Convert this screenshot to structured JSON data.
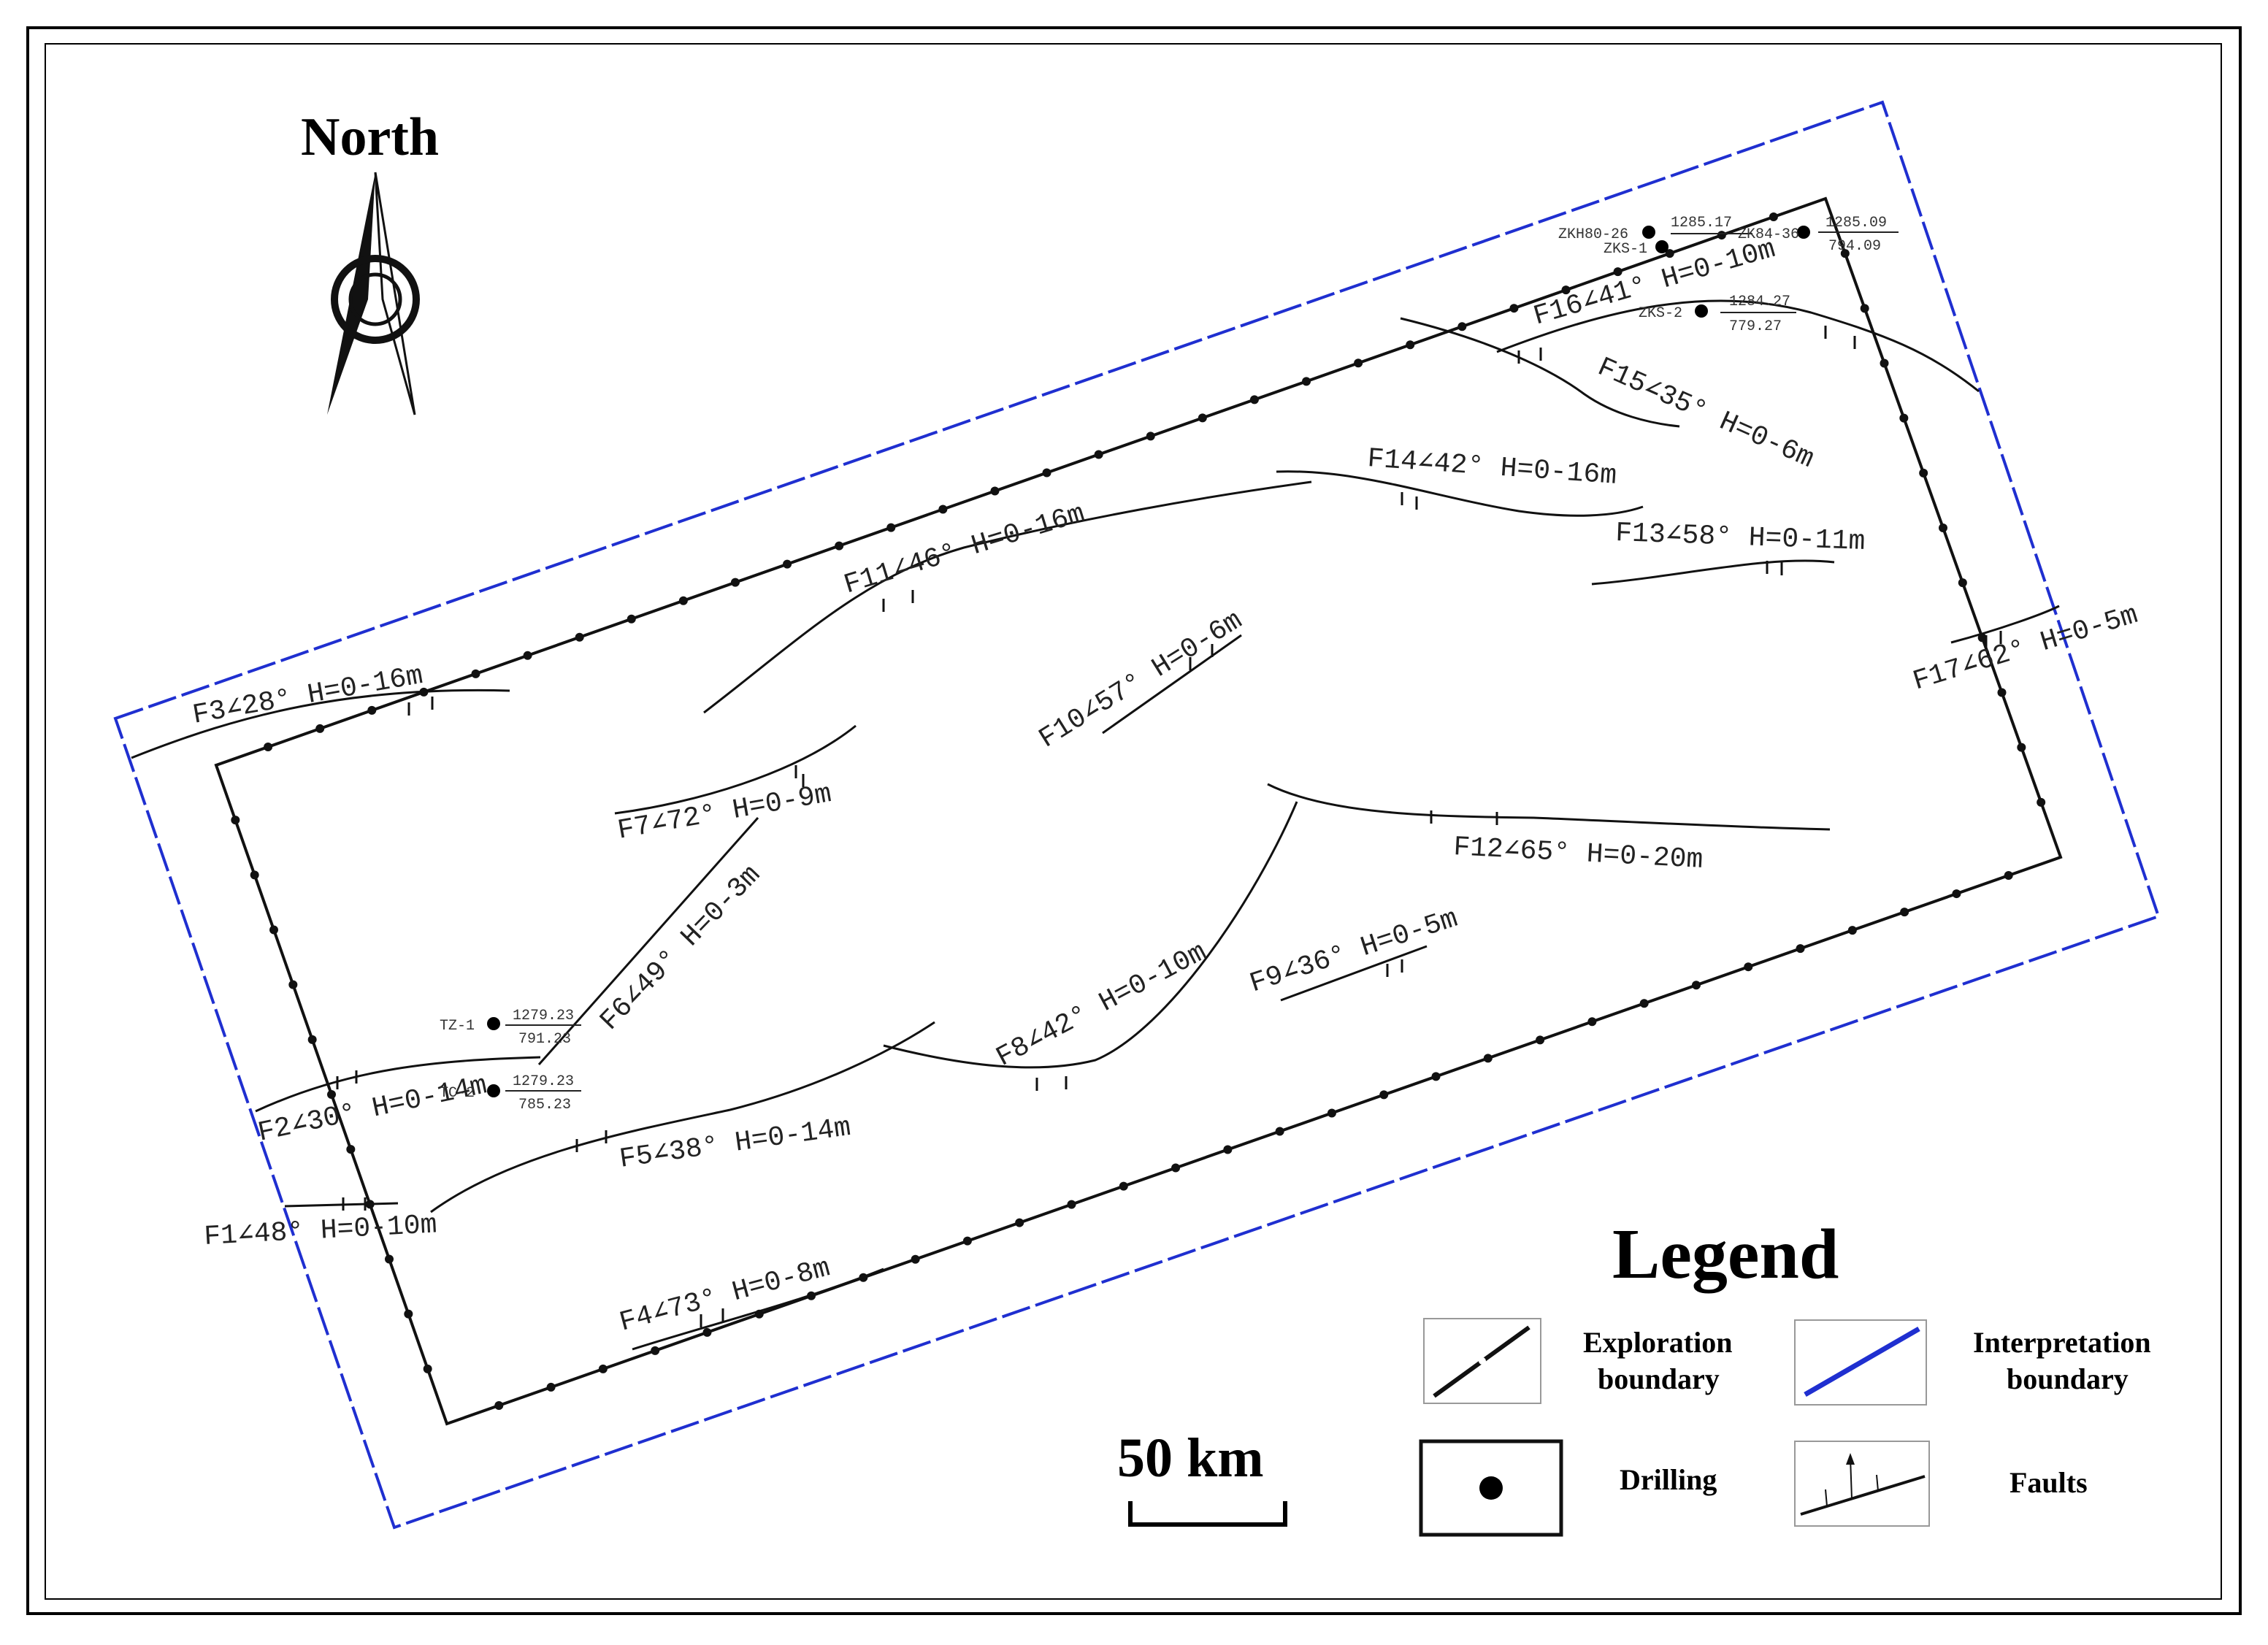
{
  "north_label": "North",
  "scale_label": "50 km",
  "legend": {
    "title": "Legend",
    "exploration": [
      "Exploration",
      "boundary"
    ],
    "interpretation": [
      "Interpretation",
      "boundary"
    ],
    "drilling": "Drilling",
    "faults": "Faults"
  },
  "faults": [
    {
      "id": "F1",
      "label": "F1∠48° H=0-10m"
    },
    {
      "id": "F2",
      "label": "F2∠30° H=0-14m"
    },
    {
      "id": "F3",
      "label": "F3∠28° H=0-16m"
    },
    {
      "id": "F4",
      "label": "F4∠73° H=0-8m"
    },
    {
      "id": "F5",
      "label": "F5∠38° H=0-14m"
    },
    {
      "id": "F6",
      "label": "F6∠49° H=0-3m"
    },
    {
      "id": "F7",
      "label": "F7∠72° H=0-9m"
    },
    {
      "id": "F8",
      "label": "F8∠42° H=0-10m"
    },
    {
      "id": "F9",
      "label": "F9∠36° H=0-5m"
    },
    {
      "id": "F10",
      "label": "F10∠57° H=0-6m"
    },
    {
      "id": "F11",
      "label": "F11∠46° H=0-16m"
    },
    {
      "id": "F12",
      "label": "F12∠65° H=0-20m"
    },
    {
      "id": "F13",
      "label": "F13∠58° H=0-11m"
    },
    {
      "id": "F14",
      "label": "F14∠42° H=0-16m"
    },
    {
      "id": "F15",
      "label": "F15∠35° H=0-6m"
    },
    {
      "id": "F16",
      "label": "F16∠41° H=0-10m"
    },
    {
      "id": "F17",
      "label": "F17∠62° H=0-5m"
    }
  ],
  "wells": [
    {
      "id": "TZ-1",
      "top": "1279.23",
      "bottom": "791.23"
    },
    {
      "id": "TC-2",
      "top": "1279.23",
      "bottom": "785.23"
    },
    {
      "id": "ZKH80-26",
      "top": "1285.17",
      "bottom": ""
    },
    {
      "id": "ZKS-1",
      "top": "",
      "bottom": ""
    },
    {
      "id": "ZK84-36",
      "top": "1285.09",
      "bottom": "794.09"
    },
    {
      "id": "ZKS-2",
      "top": "1284.27",
      "bottom": "779.27"
    }
  ],
  "colors": {
    "exploration_boundary": "#111111",
    "interpretation_boundary": "#1f2fd0",
    "frame": "#000000"
  }
}
